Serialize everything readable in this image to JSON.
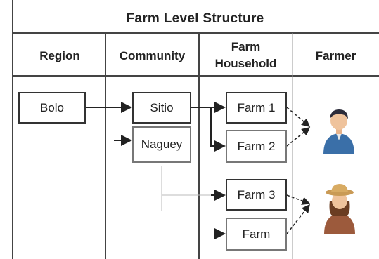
{
  "title": "Farm Level Structure",
  "columns": [
    {
      "label": "Region"
    },
    {
      "label": "Community"
    },
    {
      "label_line1": "Farm",
      "label_line2": "Household"
    },
    {
      "label": "Farmer"
    }
  ],
  "nodes": {
    "region": "Bolo",
    "community_1": "Sitio",
    "community_2": "Naguey",
    "farm_1": "Farm 1",
    "farm_2": "Farm 2",
    "farm_3": "Farm 3",
    "farm_4": "Farm"
  },
  "icons": {
    "farmer_male": "male-farmer-icon",
    "farmer_female": "female-farmer-icon"
  },
  "colors": {
    "line": "#333333",
    "grid": "#444444",
    "male_shirt": "#3a6fa8",
    "female_shirt": "#9c5a3c"
  }
}
